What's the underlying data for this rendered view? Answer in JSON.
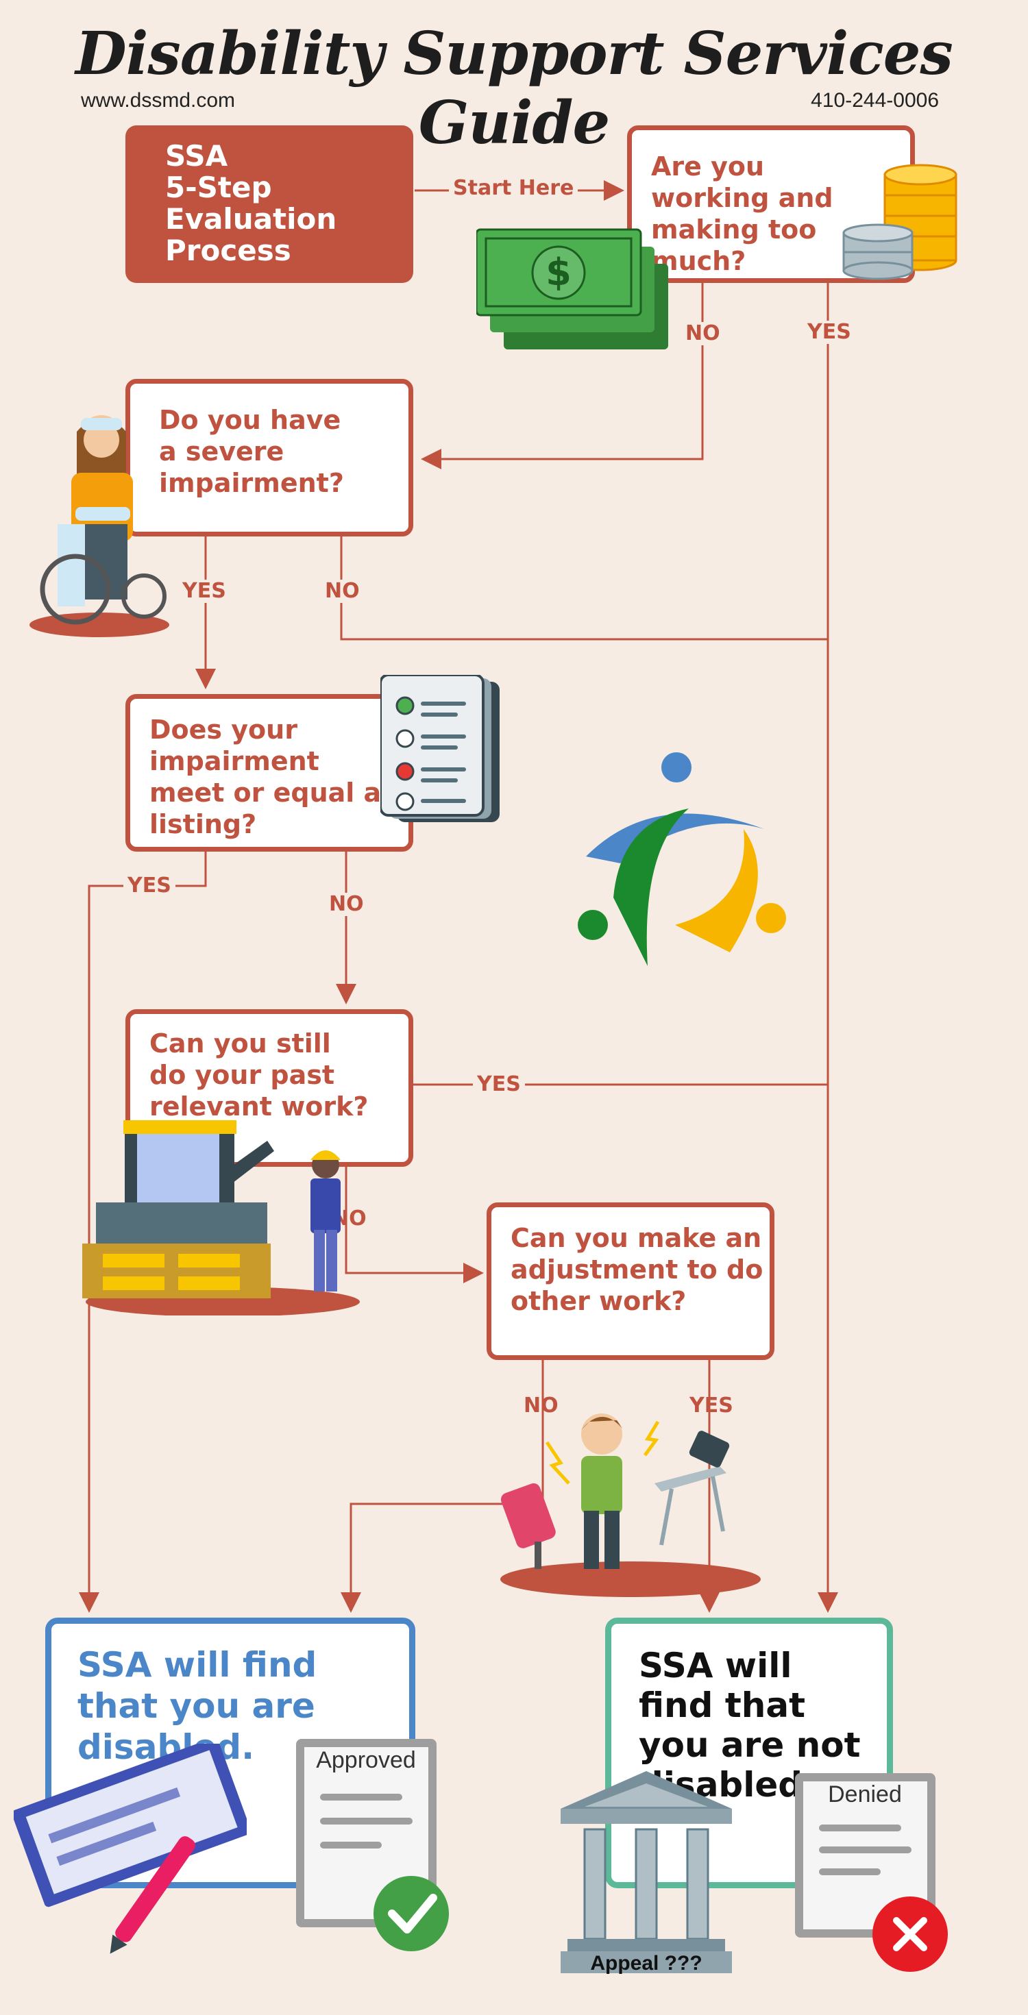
{
  "header": {
    "title": "Disability Support Services Guide",
    "website": "www.dssmd.com",
    "phone": "410-244-0006"
  },
  "start": {
    "box_text": "SSA\n5-Step\nEvaluation\nProcess",
    "start_label": "Start Here"
  },
  "steps": [
    {
      "question": "Are you working and making too much?",
      "no_label": "NO",
      "yes_label": "YES"
    },
    {
      "question": "Do you have a severe impairment?",
      "yes_label": "YES",
      "no_label": "NO"
    },
    {
      "question": "Does your impairment meet or equal a listing?",
      "yes_label": "YES",
      "no_label": "NO"
    },
    {
      "question": "Can you still do your past relevant work?",
      "yes_label": "YES",
      "no_label": "NO"
    },
    {
      "question": "Can you make an adjustment to do other work?",
      "no_label": "NO",
      "yes_label": "YES"
    }
  ],
  "outcomes": {
    "disabled": "SSA will find that you are disabled.",
    "not_disabled": "SSA will find that you are not disabled.",
    "approved_caption": "Approved",
    "denied_caption": "Denied",
    "appeal_caption": "Appeal ???"
  },
  "colors": {
    "background": "#f6ece3",
    "accent": "#c0533f",
    "approved_border": "#4a86c8",
    "denied_border": "#5bb99a"
  }
}
